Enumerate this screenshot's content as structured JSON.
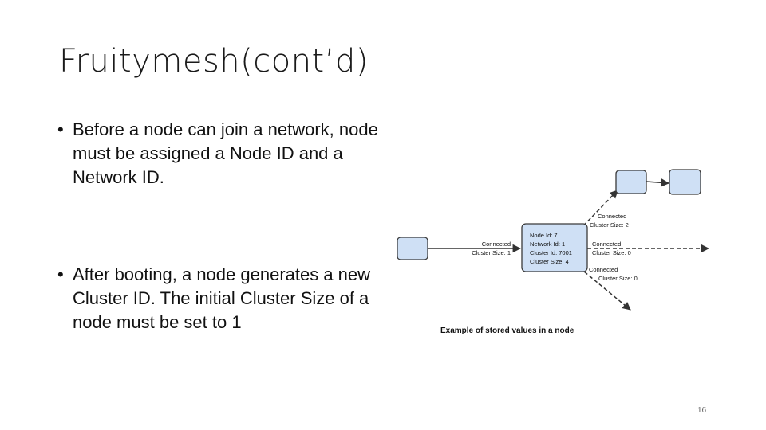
{
  "slide": {
    "title": "Fruitymesh(cont’d)",
    "bullets": [
      "Before a node can join a network, node must be assigned a Node ID and a Network ID.",
      "After booting, a node generates a new Cluster ID. The initial Cluster Size of a node must be set to 1"
    ],
    "bullet_glyph": "•",
    "page_number": "16"
  },
  "diagram": {
    "caption": "Example of stored values in a node",
    "center_node": {
      "lines": [
        "Node Id: 7",
        "Network Id: 1",
        "Cluster Id: 7001",
        "Cluster Size: 4"
      ]
    },
    "edges": {
      "left": [
        "Connected",
        "Cluster Size: 1"
      ],
      "top_right": [
        "Connected",
        "Cluster Size: 2"
      ],
      "right": [
        "Connected",
        "Cluster Size: 0"
      ],
      "bottom_right": [
        "Connected",
        "Cluster Size: 0"
      ]
    },
    "colors": {
      "node_fill": "#cfe0f5",
      "node_stroke": "#3a3a3a",
      "edge": "#333333"
    }
  }
}
